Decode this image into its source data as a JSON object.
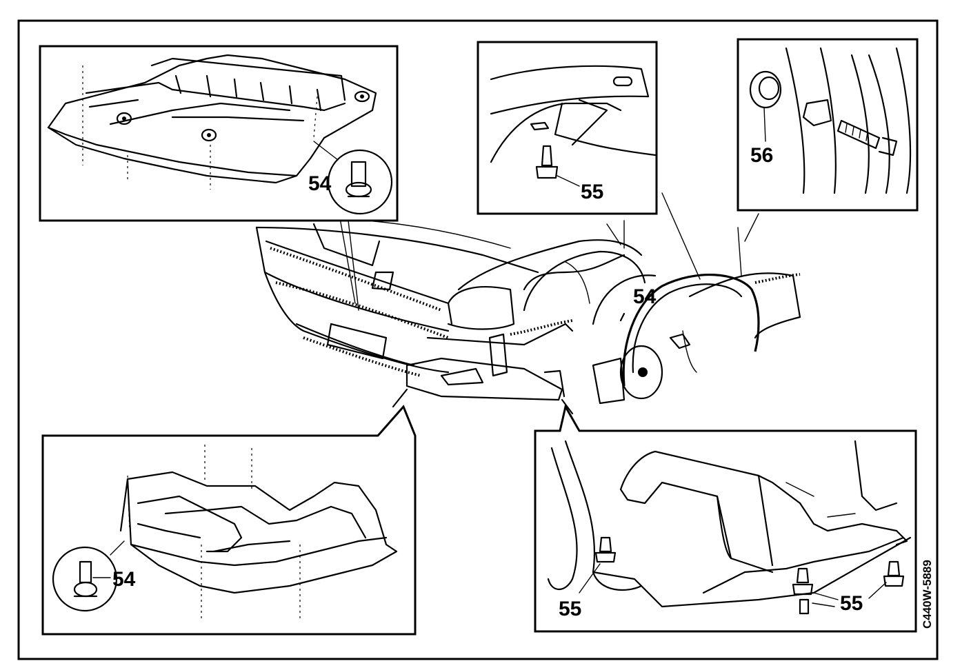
{
  "callouts": {
    "top_left_part": "54",
    "top_middle_part": "55",
    "top_right_part": "56",
    "main_view_part": "54",
    "bottom_left_part": "54",
    "bottom_right_part_a": "55",
    "bottom_right_part_b": "55"
  },
  "figure_code": "C440W-5889"
}
